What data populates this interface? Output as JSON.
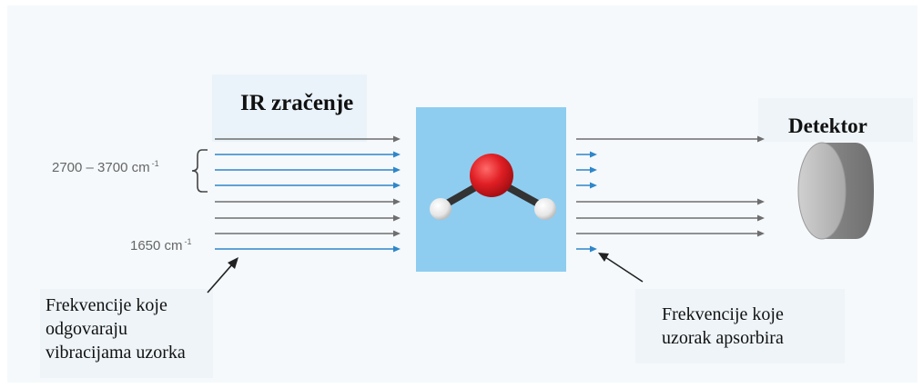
{
  "title": "IR zračenje",
  "detector_label": "Detektor",
  "band_label": {
    "text": "2700 – 3700 cm",
    "superscript": "-1"
  },
  "line_label": {
    "text": "1650 cm",
    "superscript": "-1"
  },
  "note_left": [
    "Frekvencije koje",
    "odgovaraju",
    "vibracijama uzorka"
  ],
  "note_right": [
    "Frekvencije koje",
    "uzorak apsorbira"
  ],
  "colors": {
    "absorbed_beam": "#2f86c8",
    "transmitted_beam": "#6e6e6e",
    "sample_box": "#8ecdf0",
    "oxygen_atom": "#e01f24",
    "hydrogen_atom": "#f2f2f2"
  },
  "incoming_beams": [
    "transmitted",
    "absorbed",
    "absorbed",
    "absorbed",
    "transmitted",
    "transmitted",
    "transmitted",
    "absorbed"
  ],
  "outgoing_beams": [
    "transmitted",
    "absorbed",
    "absorbed",
    "absorbed",
    "transmitted",
    "transmitted",
    "transmitted",
    "absorbed"
  ]
}
